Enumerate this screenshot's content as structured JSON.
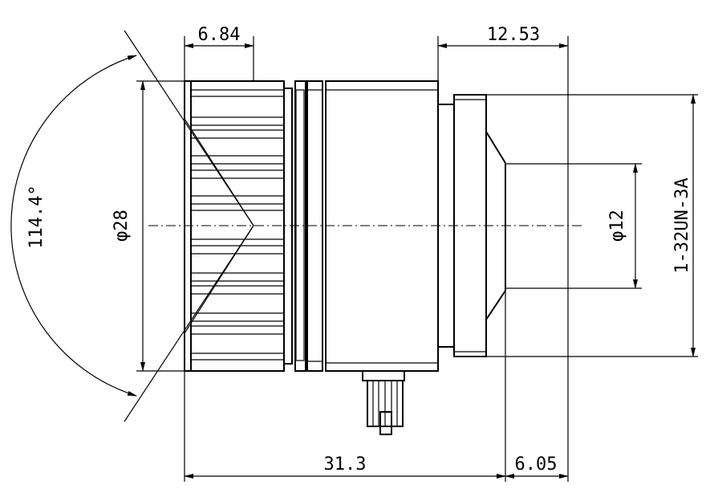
{
  "dimensions": {
    "front_ring_width": "6.84",
    "mount_length": "12.53",
    "overall_length": "31.3",
    "flange_back": "6.05",
    "field_angle": "114.4°",
    "front_diameter": "φ28",
    "rear_diameter": "φ12",
    "mount_thread": "1-32UN-3A"
  },
  "colors": {
    "line": "#000000",
    "background": "#ffffff"
  }
}
